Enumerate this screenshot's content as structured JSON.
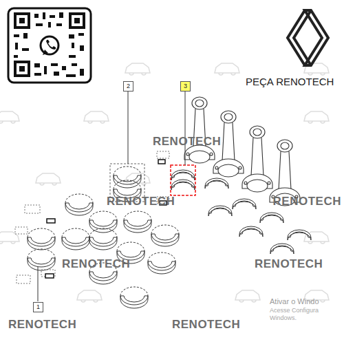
{
  "diagram": {
    "nodes": [
      {
        "text": [
          "2"
        ]
      },
      {
        "text": [
          "3"
        ]
      },
      {
        "text": [
          "1"
        ]
      }
    ],
    "labels": [
      "PEÇA RENOTECH",
      "RENOTECH",
      "RENOTECH",
      "RENOTECH",
      "RENOTECH",
      "RENOTECH",
      "RENOTECH",
      "RENOTECH",
      "Ativar o Windo",
      "Acesse Configura",
      "Windows."
    ]
  }
}
